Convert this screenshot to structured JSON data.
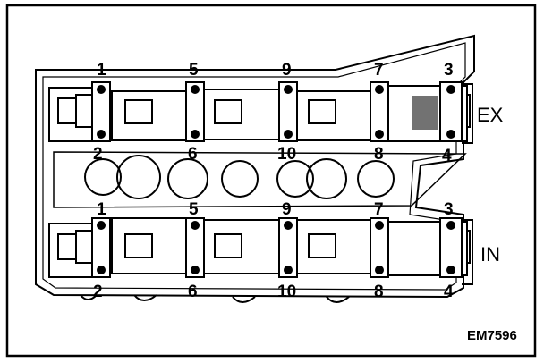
{
  "diagram": {
    "camshaft_labels": {
      "exhaust": "EX",
      "intake": "IN"
    },
    "figure_code": "EM7596",
    "exhaust_row": {
      "top_numbers": [
        "1",
        "5",
        "9",
        "7",
        "3"
      ],
      "bottom_numbers": [
        "2",
        "6",
        "10",
        "8",
        "4"
      ]
    },
    "intake_row": {
      "top_numbers": [
        "1",
        "5",
        "9",
        "7",
        "3"
      ],
      "bottom_numbers": [
        "2",
        "6",
        "10",
        "8",
        "4"
      ]
    }
  }
}
